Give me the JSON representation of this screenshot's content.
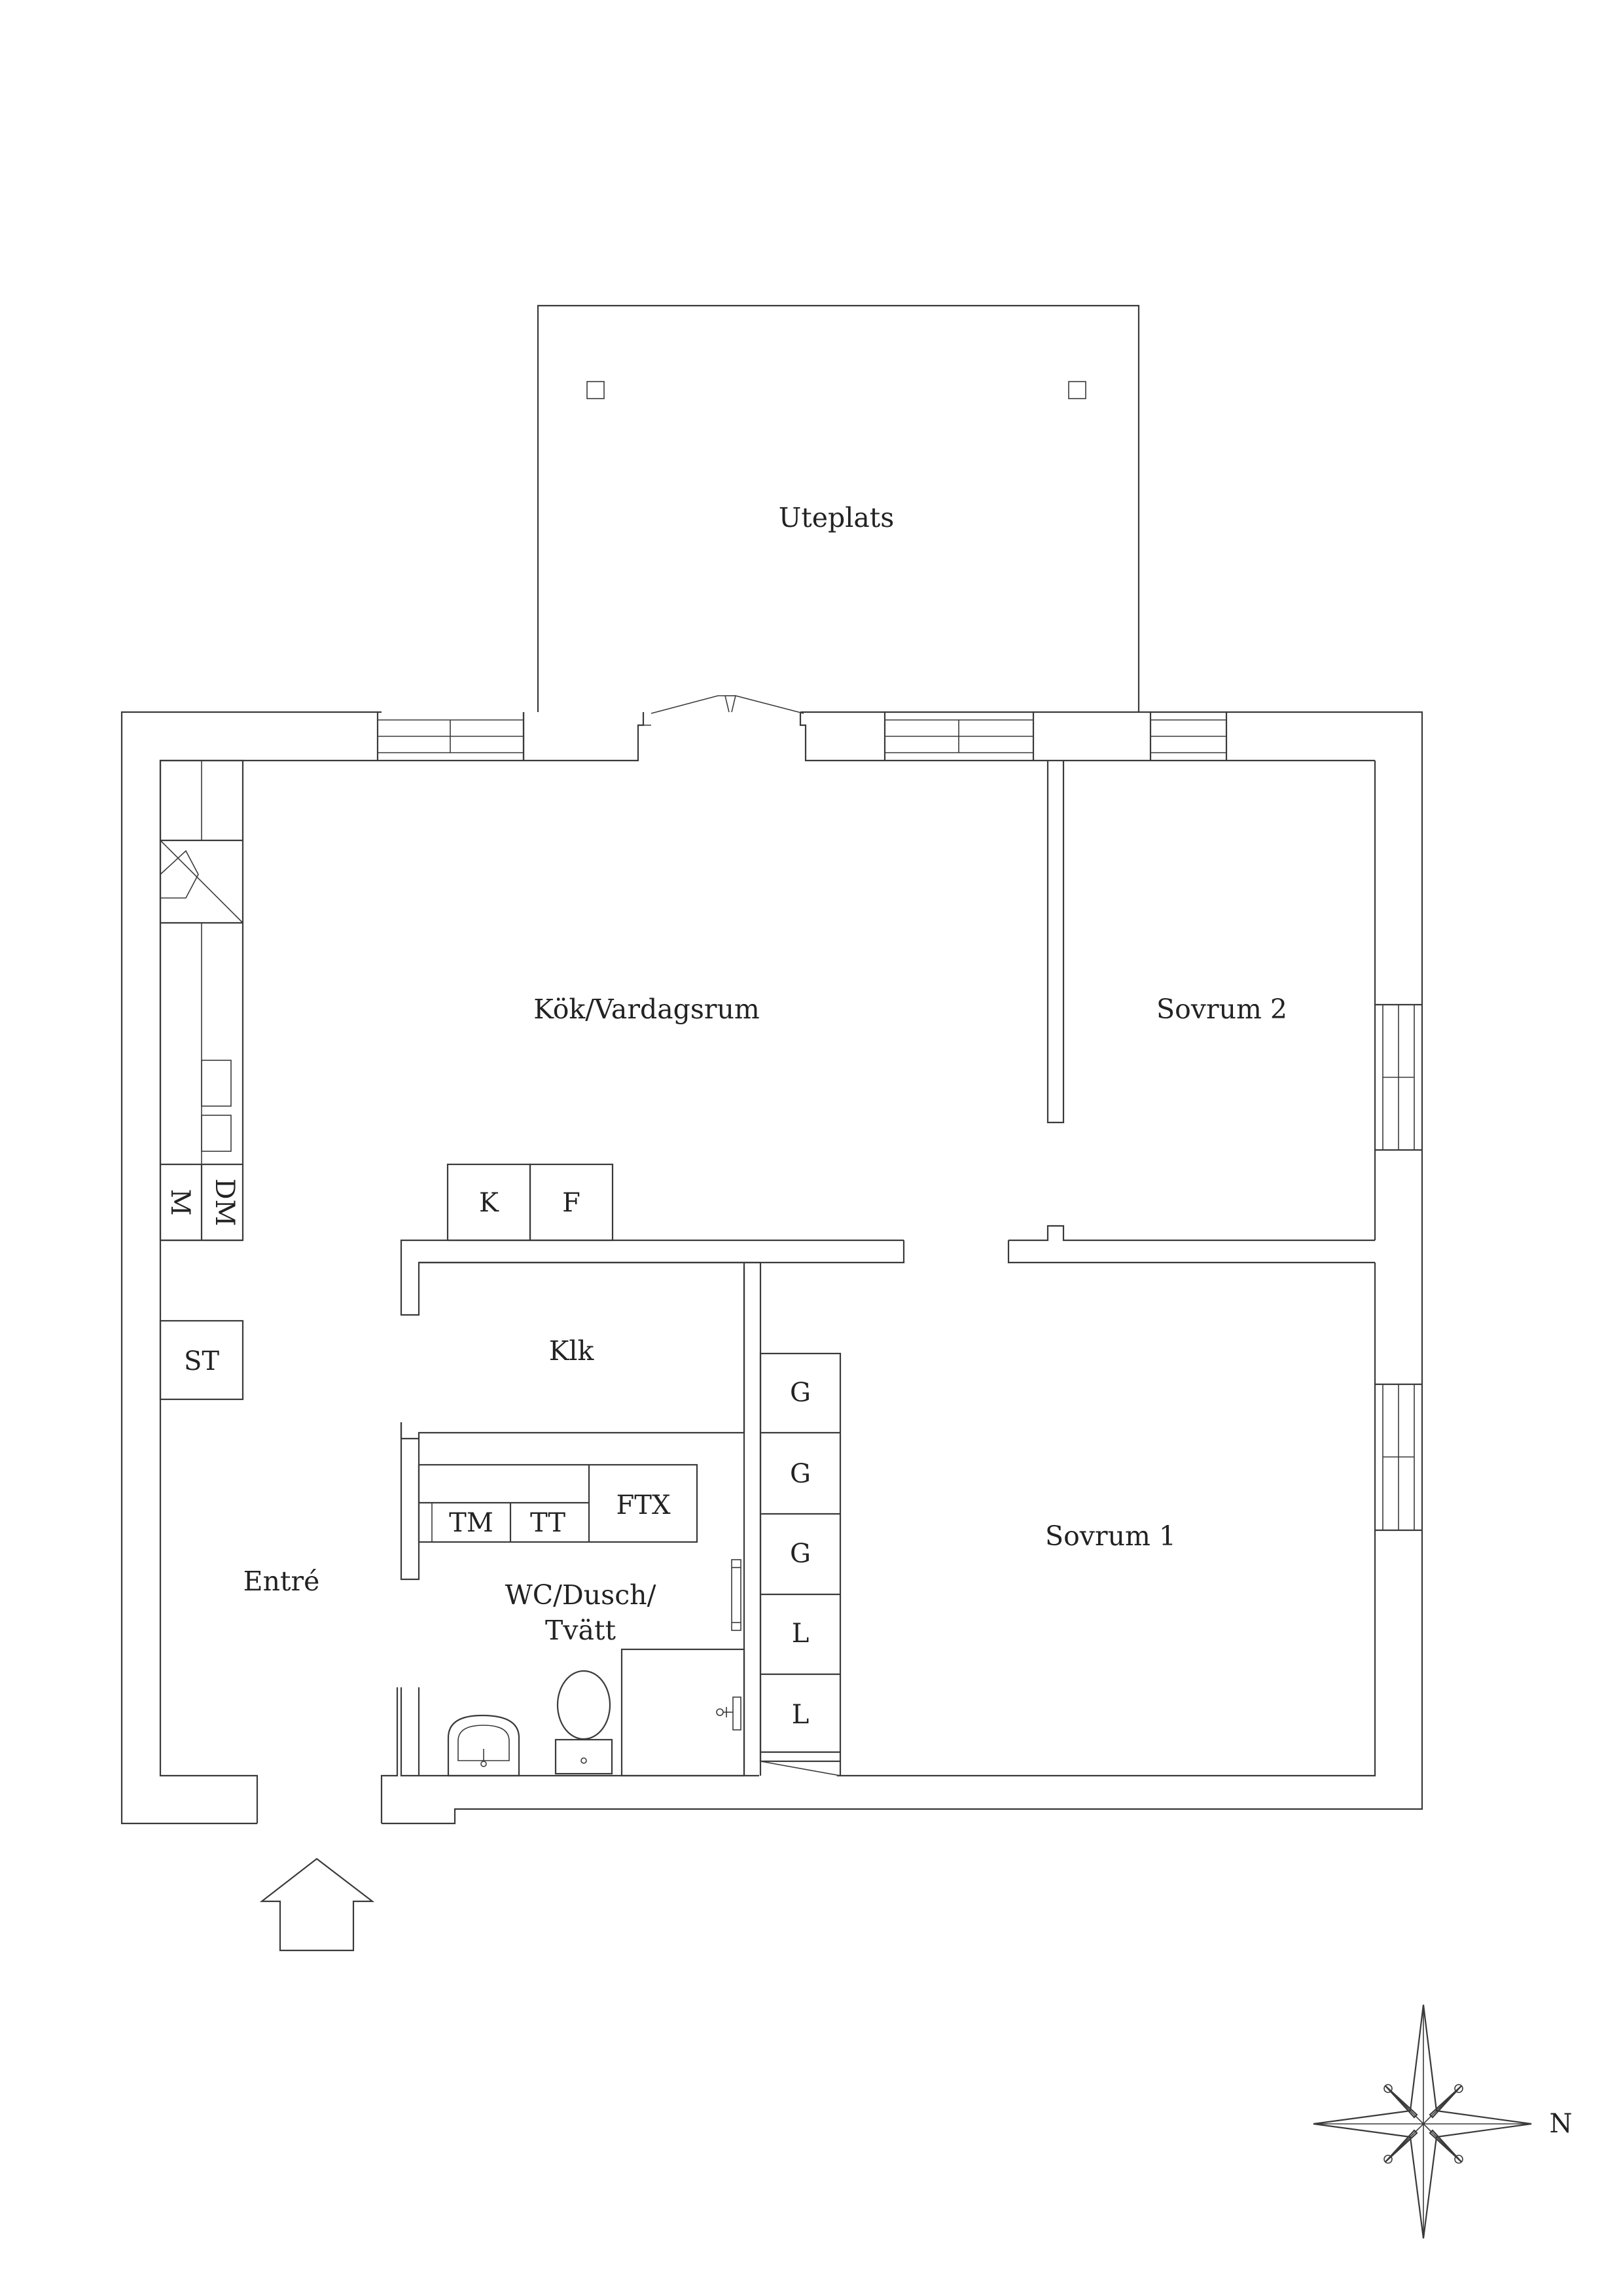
{
  "rooms": {
    "uteplats": "Uteplats",
    "kok_vardagsrum": "Kök/Vardagsrum",
    "sovrum2": "Sovrum 2",
    "sovrum1": "Sovrum 1",
    "klk": "Klk",
    "entre": "Entré",
    "wc_line1": "WC/Dusch/",
    "wc_line2": "Tvätt"
  },
  "fixtures": {
    "k": "K",
    "f": "F",
    "m": "M",
    "dm": "DM",
    "st": "ST",
    "tm": "TM",
    "tt": "TT",
    "ftx": "FTX",
    "wardrobes": [
      "G",
      "G",
      "G",
      "L",
      "L"
    ]
  },
  "compass": {
    "north_label": "N"
  },
  "icons": [
    "entrance-arrow-icon",
    "compass-rose-icon",
    "sink-icon",
    "toilet-icon",
    "shower-icon",
    "towel-radiator-icon",
    "chimney-icon"
  ]
}
